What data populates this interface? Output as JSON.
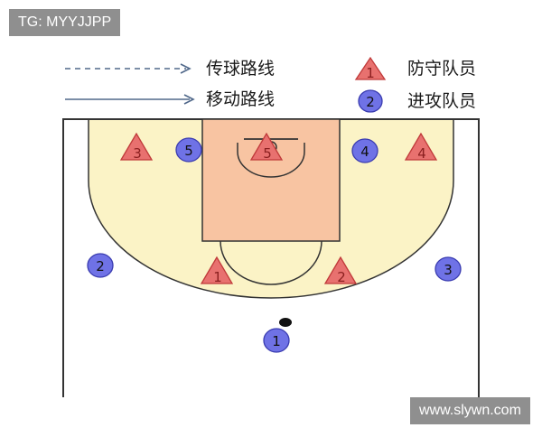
{
  "watermarks": {
    "top_left": "TG: MYYJJPP",
    "bottom_right": "www.slywn.com"
  },
  "legend": {
    "pass_route": "传球路线",
    "move_route": "移动路线",
    "defender": {
      "label": "防守队员",
      "marker_number": "1"
    },
    "attacker": {
      "label": "进攻队员",
      "marker_number": "2"
    }
  },
  "colors": {
    "three_point_area": "#fbf3c6",
    "paint": "#f8c4a2",
    "court_line": "#333333",
    "defender_fill": "#e8716f",
    "defender_stroke": "#c03a3a",
    "attacker_fill": "#6f72e6",
    "attacker_stroke": "#3a3cb0",
    "route_line": "#50688a"
  },
  "defenders": [
    "1",
    "2",
    "3",
    "4",
    "5"
  ],
  "attackers": [
    "1",
    "2",
    "3",
    "4",
    "5"
  ]
}
